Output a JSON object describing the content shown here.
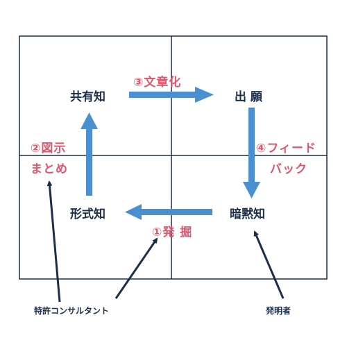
{
  "colors": {
    "grid": "#1c2f4a",
    "arrow": "#4a8fd0",
    "accent": "#e0566c",
    "text": "#1c2f4a"
  },
  "quadrants": {
    "top_left": "共有知",
    "top_right": "出 願",
    "bottom_left": "形式知",
    "bottom_right": "暗黙知"
  },
  "steps": {
    "step1": "①発 掘",
    "step2_line1": "②図示",
    "step2_line2": "まとめ",
    "step3": "③文章化",
    "step4_line1": "④フィード",
    "step4_line2": "バック"
  },
  "actors": {
    "consultant": "特許コンサルタント",
    "inventor": "発明者"
  }
}
